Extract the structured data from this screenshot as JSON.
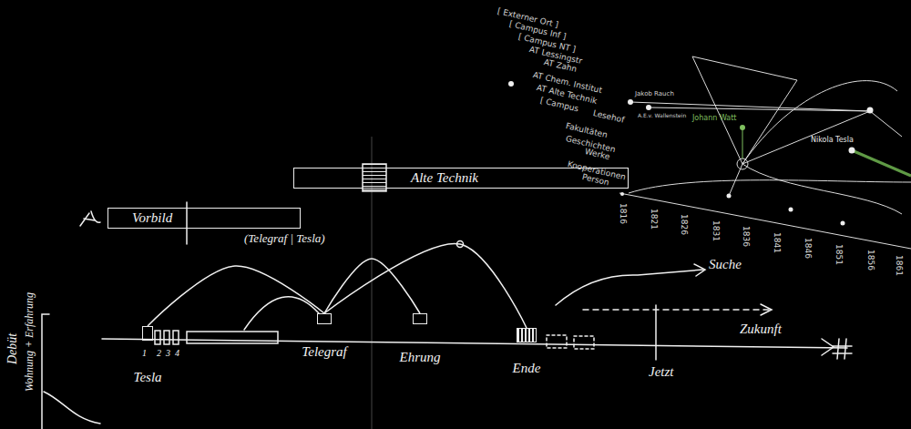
{
  "diagram": {
    "nodes": [
      {
        "text": [
          "Alte Technik"
        ]
      },
      {
        "text": [
          "Vorbild"
        ]
      },
      {
        "text": [
          "Tesla"
        ]
      },
      {
        "text": [
          "Telegraf"
        ]
      },
      {
        "text": [
          "Ehrung"
        ]
      },
      {
        "text": [
          "Ende"
        ]
      }
    ],
    "edges": [
      {
        "from": 2,
        "to": 3,
        "arrow": "none"
      },
      {
        "from": 3,
        "to": 4,
        "arrow": "none"
      },
      {
        "from": 3,
        "to": 5,
        "arrow": "none"
      }
    ],
    "labels": [
      "[ Externer Ort ]",
      "[ Campus Inf ]",
      "[ Campus NT ]",
      "AT Lessingstr",
      "AT Zahn",
      "AT Chem. Institut",
      "AT Alte Technik",
      "[ Campus",
      "Lesehof",
      "Fakultäten",
      "Geschichten",
      "Werke",
      "Kooperationen",
      "Person",
      "Jakob Rauch",
      "A.E.v. Wallenstein",
      "Johann Watt",
      "Nikola Tesla",
      "1816",
      "1821",
      "1826",
      "1831",
      "1836",
      "1841",
      "1846",
      "1851",
      "1856",
      "1861",
      "(Telegraf | Tesla)",
      "1",
      "2",
      "3",
      "4",
      "Suche",
      "Zukunft",
      "Jetzt",
      "Debüt",
      "Wohnung + Erfahrung"
    ]
  }
}
